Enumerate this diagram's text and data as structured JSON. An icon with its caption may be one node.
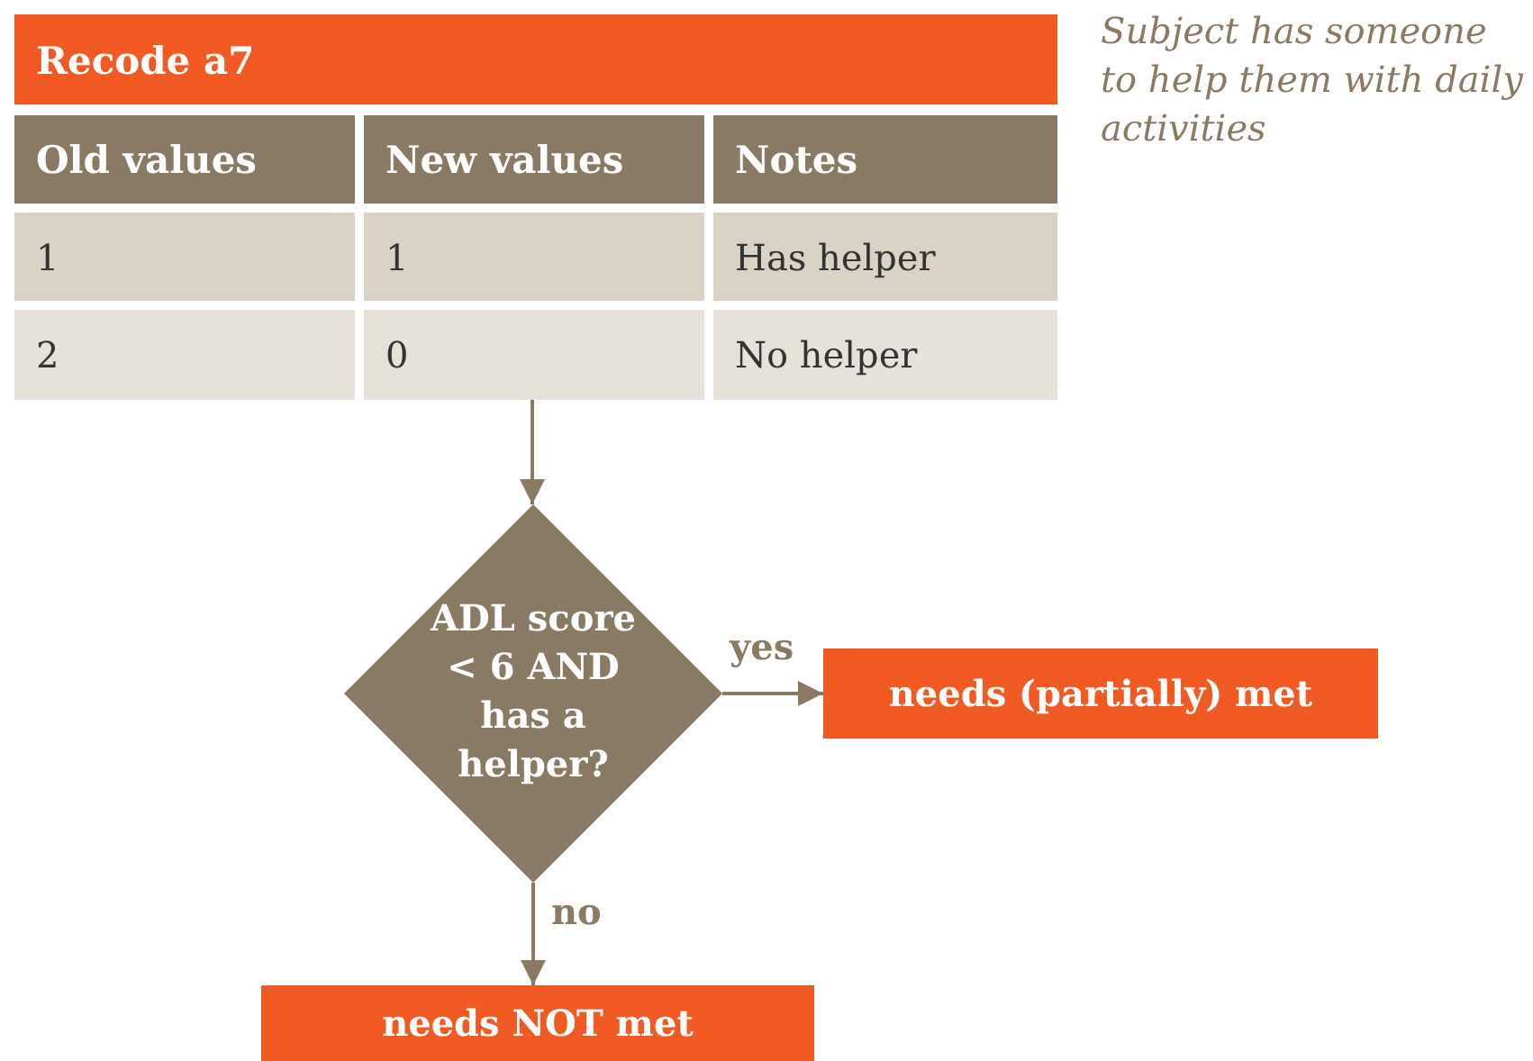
{
  "diagram": {
    "nodes": [
      {
        "text": [
          "Recode a7"
        ],
        "beside": [
          "Subject has someone to help them with daily activities"
        ]
      },
      {
        "text": [
          "ADL score < 6 AND has a helper?"
        ]
      },
      {
        "text": [
          "needs (partially) met"
        ]
      },
      {
        "text": [
          "needs NOT met"
        ]
      }
    ],
    "edges": [
      {
        "from": 0,
        "to": 1,
        "arrow": "to"
      },
      {
        "from": 1,
        "to": 2,
        "arrow": "to",
        "label": "yes"
      },
      {
        "from": 1,
        "to": 3,
        "arrow": "to",
        "label": "no"
      }
    ],
    "labels": [
      "Old values",
      "New values",
      "Notes",
      "1",
      "1",
      "Has helper",
      "2",
      "0",
      "No helper"
    ]
  }
}
